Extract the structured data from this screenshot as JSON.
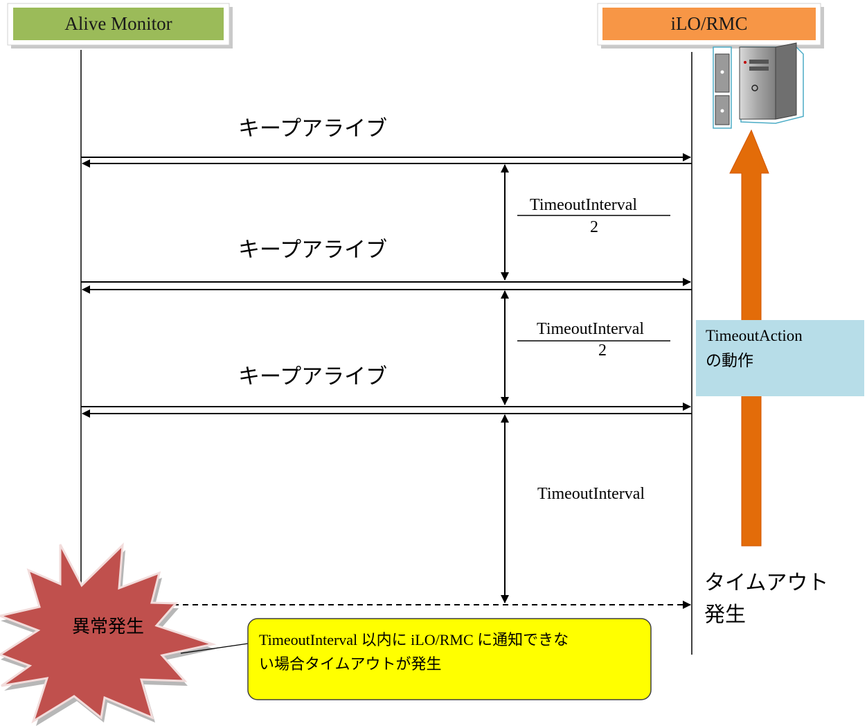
{
  "participants": {
    "left": {
      "label": "Alive Monitor",
      "color": "#9bbb59"
    },
    "right": {
      "label": "iLO/RMC",
      "color": "#f79646"
    }
  },
  "messages": [
    "キープアライブ",
    "キープアライブ",
    "キープアライブ"
  ],
  "intervals": [
    {
      "numerator": "TimeoutInterval",
      "denominator": "2"
    },
    {
      "numerator": "TimeoutInterval",
      "denominator": "2"
    },
    {
      "label": "TimeoutInterval"
    }
  ],
  "action_box": {
    "line1": "TimeoutAction",
    "line2": "の動作",
    "color": "#b7dde8"
  },
  "timeout": {
    "line1": "タイムアウト",
    "line2": "発生"
  },
  "error_burst": {
    "label": "異常発生",
    "color": "#c0504d"
  },
  "callout": {
    "line1": "TimeoutInterval 以内に iLO/RMC に通知できな",
    "line2": "い場合タイムアウトが発生",
    "color": "#ffff00"
  },
  "colors": {
    "up_arrow": "#e36c09",
    "server_gray": "#8c8c8c",
    "accent_blue": "#4bacc6"
  }
}
